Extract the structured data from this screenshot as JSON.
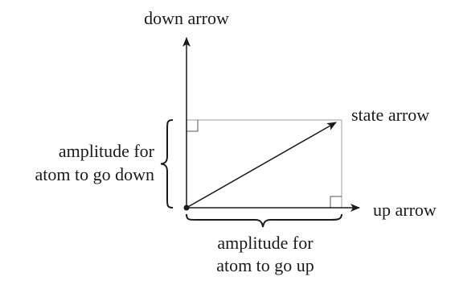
{
  "labels": {
    "down_arrow": "down arrow",
    "state_arrow": "state arrow",
    "up_arrow": "up arrow",
    "amplitude_down_line1": "amplitude for",
    "amplitude_down_line2": "atom to go down",
    "amplitude_up_line1": "amplitude for",
    "amplitude_up_line2": "atom to go up"
  },
  "colors": {
    "axis": "#1a1a1a",
    "projection_box": "#b0b0b0",
    "text": "#1a1a1a"
  }
}
